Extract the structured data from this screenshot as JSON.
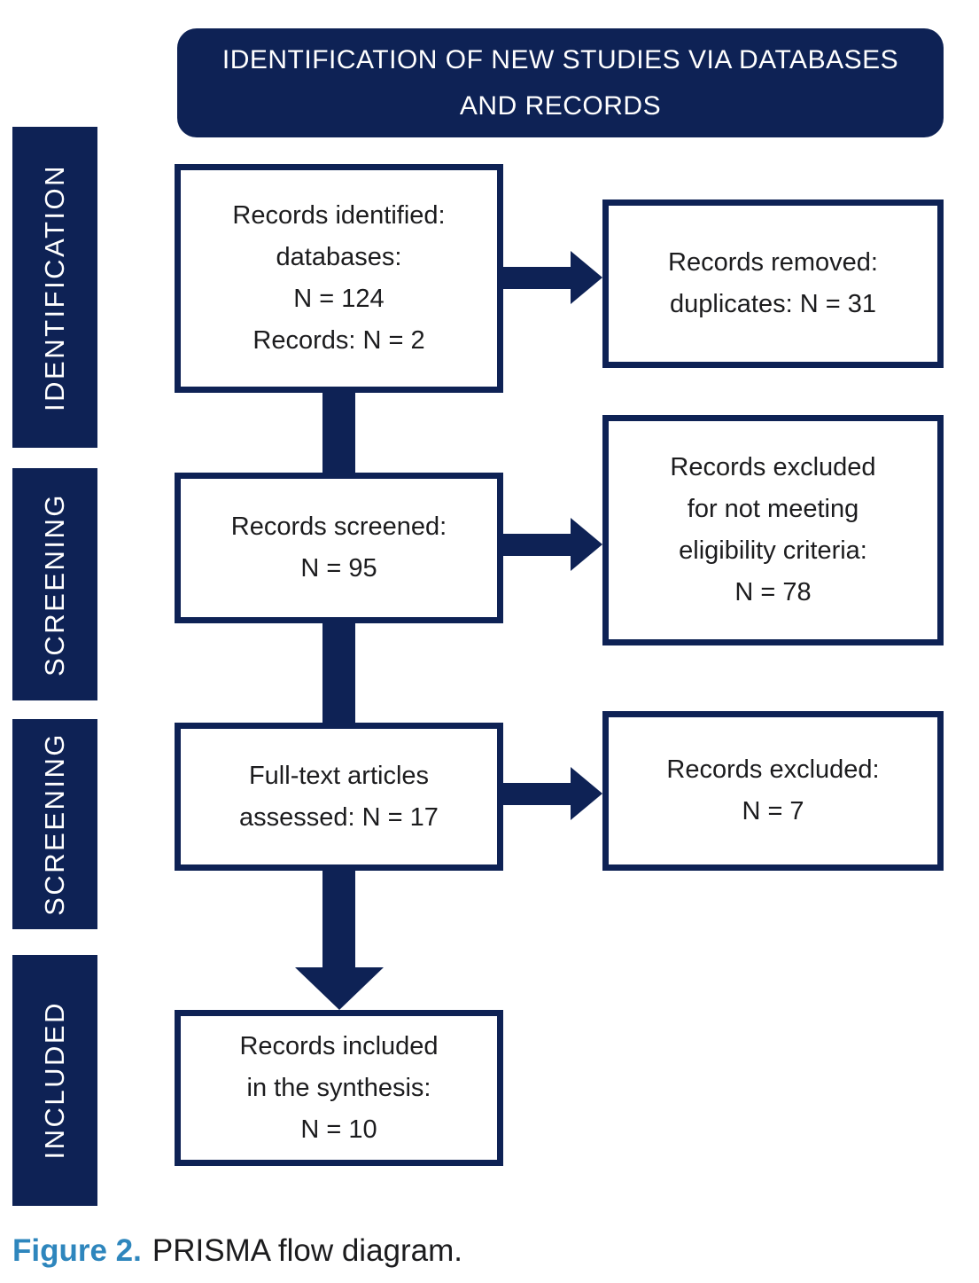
{
  "colors": {
    "navy": "#0E2255",
    "figure_label_blue": "#2E86BD",
    "text": "#1C1C1E",
    "background": "#FFFFFF"
  },
  "header": {
    "line1": "IDENTIFICATION OF NEW STUDIES VIA DATABASES",
    "line2": "AND RECORDS"
  },
  "sidebar": {
    "items": [
      {
        "label": "IDENTIFICATION"
      },
      {
        "label": "SCREENING"
      },
      {
        "label": "SCREENING"
      },
      {
        "label": "INCLUDED"
      }
    ]
  },
  "boxes": {
    "records_identified": {
      "lines": [
        "Records identified:",
        "databases:",
        "N = 124",
        "Records: N = 2"
      ]
    },
    "records_removed": {
      "lines": [
        "Records removed:",
        "duplicates: N = 31"
      ]
    },
    "records_screened": {
      "lines": [
        "Records screened:",
        "N = 95"
      ]
    },
    "records_excluded_eligibility": {
      "lines": [
        "Records excluded",
        "for not meeting",
        "eligibility criteria:",
        "N = 78"
      ]
    },
    "full_text_assessed": {
      "lines": [
        "Full-text articles",
        "assessed: N = 17"
      ]
    },
    "records_excluded": {
      "lines": [
        "Records excluded:",
        "N = 7"
      ]
    },
    "records_included": {
      "lines": [
        "Records included",
        "in the synthesis:",
        "N = 10"
      ]
    }
  },
  "caption": {
    "prefix": "Figure 2.",
    "text": "PRISMA flow diagram."
  }
}
